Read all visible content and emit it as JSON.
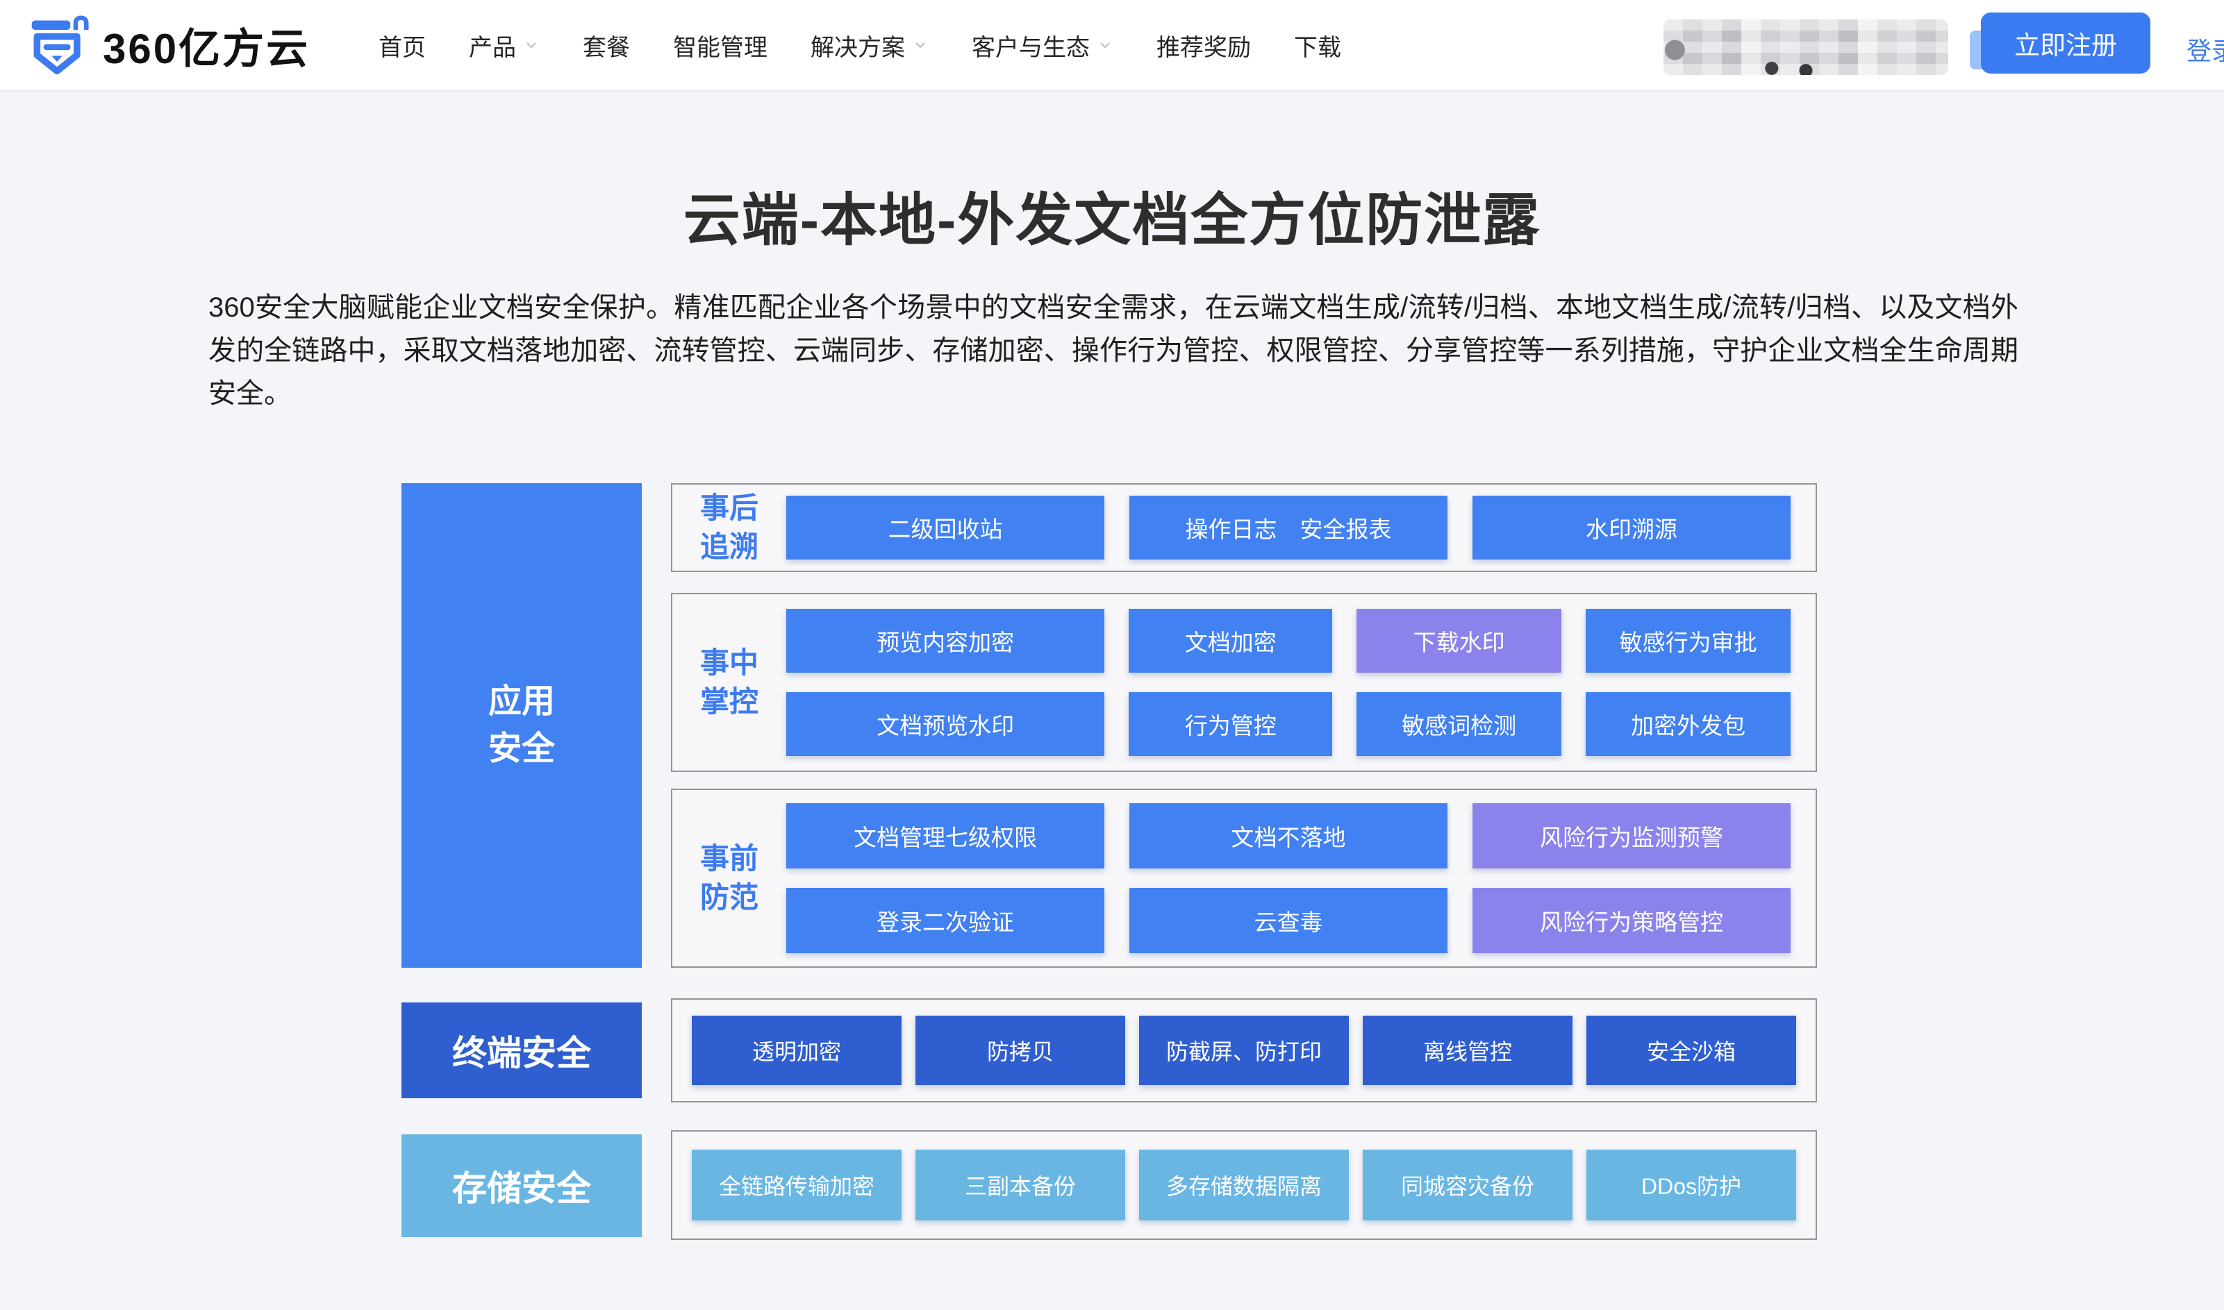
{
  "nav": {
    "logo_text": "360亿方云",
    "items": [
      {
        "label": "首页",
        "dropdown": false
      },
      {
        "label": "产品",
        "dropdown": true
      },
      {
        "label": "套餐",
        "dropdown": false
      },
      {
        "label": "智能管理",
        "dropdown": false
      },
      {
        "label": "解决方案",
        "dropdown": true
      },
      {
        "label": "客户与生态",
        "dropdown": true
      },
      {
        "label": "推荐奖励",
        "dropdown": false
      },
      {
        "label": "下载",
        "dropdown": false
      }
    ],
    "register_label": "立即注册",
    "login_label": "登录"
  },
  "hero": {
    "title": "云端-本地-外发文档全方位防泄露",
    "description": "360安全大脑赋能企业文档安全保护。精准匹配企业各个场景中的文档安全需求，在云端文档生成/流转/归档、本地文档生成/流转/归档、以及文档外发的全链路中，采取文档落地加密、流转管控、云端同步、存储加密、操作行为管控、权限管控、分享管控等一系列措施，守护企业文档全生命周期安全。"
  },
  "diagram": {
    "colors": {
      "primary_blue": "#4181F1",
      "purple": "#8B83EB",
      "dark_blue": "#2E5ECF",
      "light_blue": "#69B6E3",
      "group_label_blue": "#3D7BF0"
    },
    "app_security": {
      "label_lines": [
        "应用",
        "安全"
      ]
    },
    "groups": [
      {
        "label_lines": [
          "事后",
          "追溯"
        ],
        "rows": [
          {
            "cells": [
              {
                "text": "二级回收站"
              },
              {
                "text": "操作日志　安全报表"
              },
              {
                "text": "水印溯源"
              }
            ]
          }
        ]
      },
      {
        "label_lines": [
          "事中",
          "掌控"
        ],
        "rows": [
          {
            "cells": [
              {
                "text": "预览内容加密"
              },
              {
                "text": "文档加密"
              },
              {
                "text": "下载水印"
              },
              {
                "text": "敏感行为审批"
              }
            ]
          },
          {
            "cells": [
              {
                "text": "文档预览水印"
              },
              {
                "text": "行为管控"
              },
              {
                "text": "敏感词检测"
              },
              {
                "text": "加密外发包"
              }
            ]
          }
        ]
      },
      {
        "label_lines": [
          "事前",
          "防范"
        ],
        "rows": [
          {
            "cells": [
              {
                "text": "文档管理七级权限"
              },
              {
                "text": "文档不落地"
              },
              {
                "text": "风险行为监测预警"
              }
            ]
          },
          {
            "cells": [
              {
                "text": "登录二次验证"
              },
              {
                "text": "云查毒"
              },
              {
                "text": "风险行为策略管控"
              }
            ]
          }
        ]
      }
    ],
    "terminal_security": {
      "label": "终端安全",
      "items": [
        "透明加密",
        "防拷贝",
        "防截屏、防打印",
        "离线管控",
        "安全沙箱"
      ]
    },
    "storage_security": {
      "label": "存储安全",
      "items": [
        "全链路传输加密",
        "三副本备份",
        "多存储数据隔离",
        "同城容灾备份",
        "DDos防护"
      ]
    }
  }
}
